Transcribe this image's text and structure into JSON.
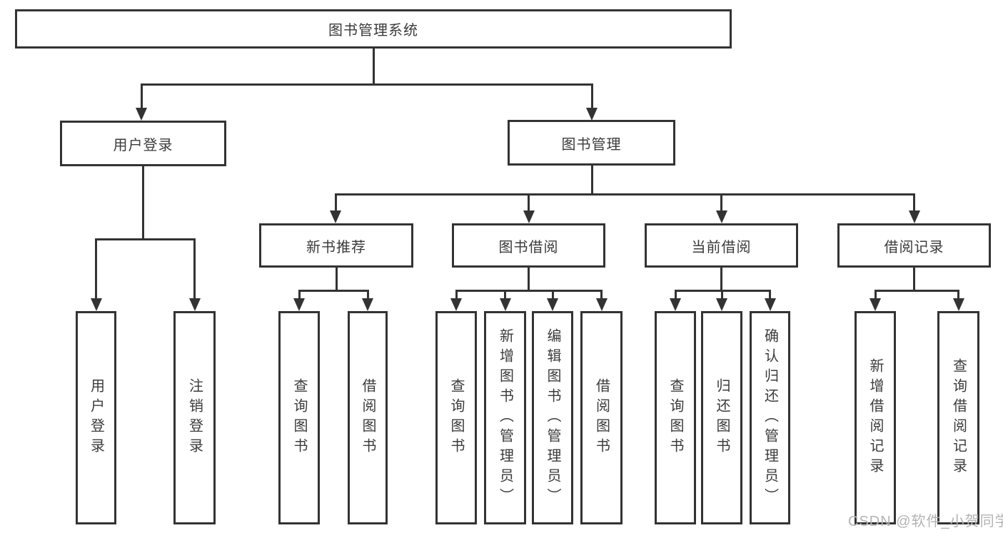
{
  "colors": {
    "line": "#333333",
    "box_border": "#333333",
    "box_background": "#ffffff",
    "text": "#3b3b3b",
    "page_background": "#ffffff",
    "watermark": "#b3b3b3"
  },
  "watermark": {
    "text": "CSDN @软件_小贺同学"
  },
  "diagram": {
    "type": "hierarchy-tree",
    "root": {
      "id": "system",
      "label": "图书管理系统",
      "children": [
        "user-login",
        "book-management"
      ]
    },
    "level2": [
      {
        "id": "user-login",
        "label": "用户登录",
        "children": [
          "login",
          "logout"
        ]
      },
      {
        "id": "book-management",
        "label": "图书管理",
        "children": [
          "new-book-recommend",
          "book-borrow",
          "current-borrow",
          "borrow-records"
        ]
      }
    ],
    "level3": [
      {
        "id": "new-book-recommend",
        "label": "新书推荐",
        "children": [
          "query-books-1",
          "borrow-books-1"
        ]
      },
      {
        "id": "book-borrow",
        "label": "图书借阅",
        "children": [
          "query-books-2",
          "add-book-admin",
          "edit-book-admin",
          "borrow-books-2"
        ]
      },
      {
        "id": "current-borrow",
        "label": "当前借阅",
        "children": [
          "query-books-3",
          "return-book",
          "confirm-return-admin"
        ]
      },
      {
        "id": "borrow-records",
        "label": "借阅记录",
        "children": [
          "add-borrow-record",
          "query-borrow-record"
        ]
      }
    ],
    "leaves": [
      {
        "id": "login",
        "label": "用户登录"
      },
      {
        "id": "logout",
        "label": "注销登录"
      },
      {
        "id": "query-books-1",
        "label": "查询图书"
      },
      {
        "id": "borrow-books-1",
        "label": "借阅图书"
      },
      {
        "id": "query-books-2",
        "label": "查询图书"
      },
      {
        "id": "add-book-admin",
        "label": "新增图书（管理员）"
      },
      {
        "id": "edit-book-admin",
        "label": "编辑图书（管理员）"
      },
      {
        "id": "borrow-books-2",
        "label": "借阅图书"
      },
      {
        "id": "query-books-3",
        "label": "查询图书"
      },
      {
        "id": "return-book",
        "label": "归还图书"
      },
      {
        "id": "confirm-return-admin",
        "label": "确认归还（管理员）"
      },
      {
        "id": "add-borrow-record",
        "label": "新增借阅记录"
      },
      {
        "id": "query-borrow-record",
        "label": "查询借阅记录"
      }
    ]
  }
}
